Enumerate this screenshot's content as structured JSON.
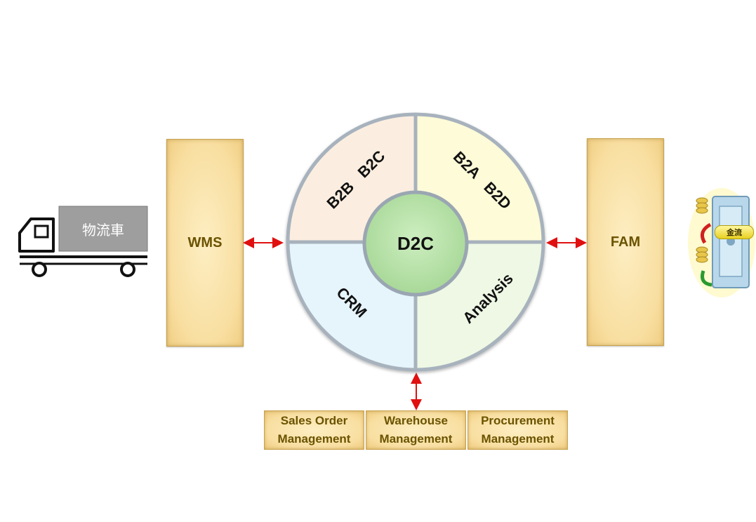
{
  "wms_label": "WMS",
  "fam_label": "FAM",
  "truck_label": "物流車",
  "center_label": "D2C",
  "quadrants": {
    "top_left": "B2B   B2C",
    "top_right": "B2A   B2D",
    "bottom_left": "CRM",
    "bottom_right": "Analysis"
  },
  "modules": [
    {
      "line1": "Sales Order",
      "line2": "Management"
    },
    {
      "line1": "Warehouse",
      "line2": "Management"
    },
    {
      "line1": "Procurement",
      "line2": "Management"
    }
  ],
  "money_badge": "金流",
  "colors": {
    "arrow": "#e01010",
    "box_text": "#6b5300",
    "center_fill": "#b7e3a8",
    "q_top_left": "#fbeee0",
    "q_top_right": "#fdfbd8",
    "q_bottom_left": "#e6f4fb",
    "q_bottom_right": "#eef8e4"
  }
}
